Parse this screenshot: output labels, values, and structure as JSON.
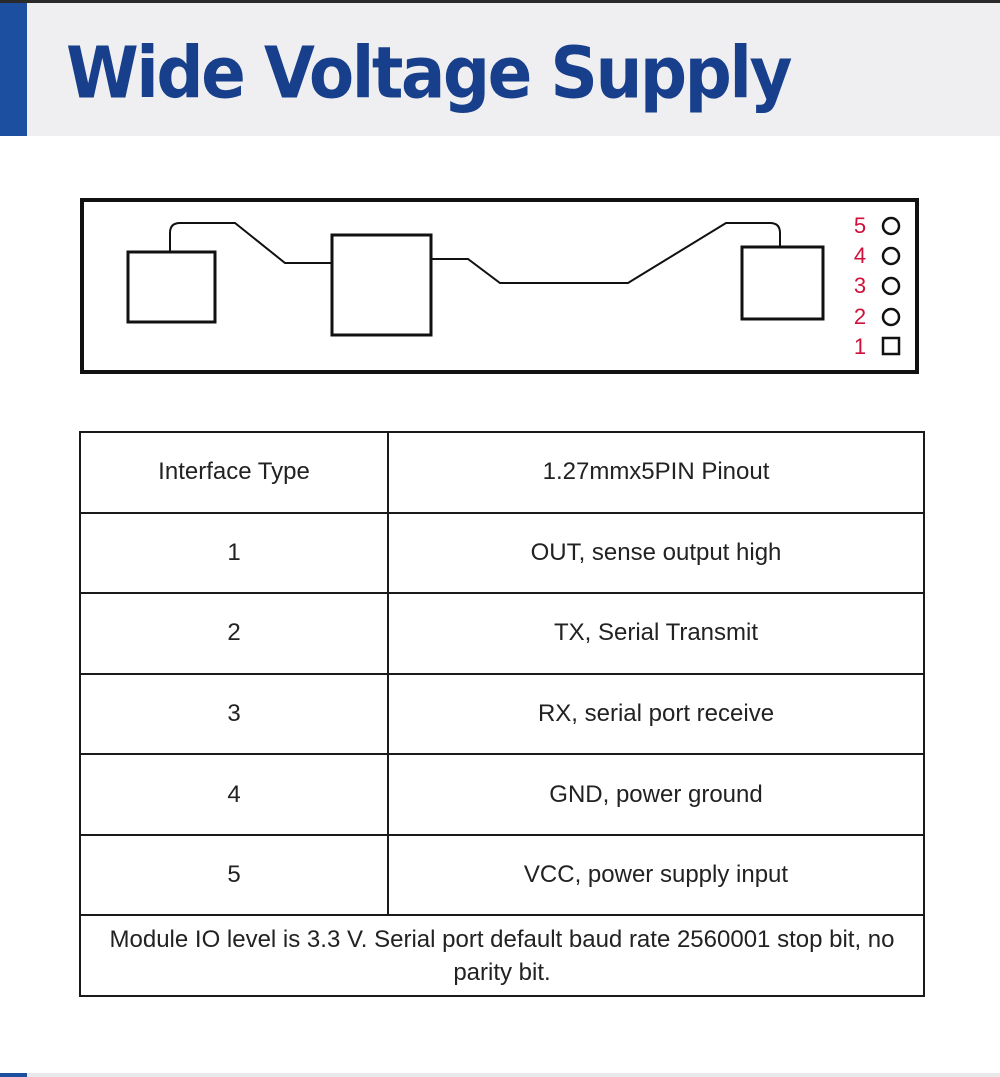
{
  "header": {
    "title": "Wide Voltage Supply",
    "accent_color": "#1c4fa0",
    "title_color": "#173f8c"
  },
  "diagram": {
    "pin_labels": [
      "5",
      "4",
      "3",
      "2",
      "1"
    ],
    "pin_label_color": "#d0103a"
  },
  "table": {
    "header": [
      "Interface Type",
      "1.27mmx5PIN Pinout"
    ],
    "rows": [
      [
        "1",
        "OUT, sense output high"
      ],
      [
        "2",
        "TX, Serial Transmit"
      ],
      [
        "3",
        "RX, serial port receive"
      ],
      [
        "4",
        "GND, power ground"
      ],
      [
        "5",
        "VCC, power supply input"
      ]
    ],
    "note": "Module IO level is 3.3 V. Serial port default baud rate 2560001 stop bit, no parity bit."
  }
}
